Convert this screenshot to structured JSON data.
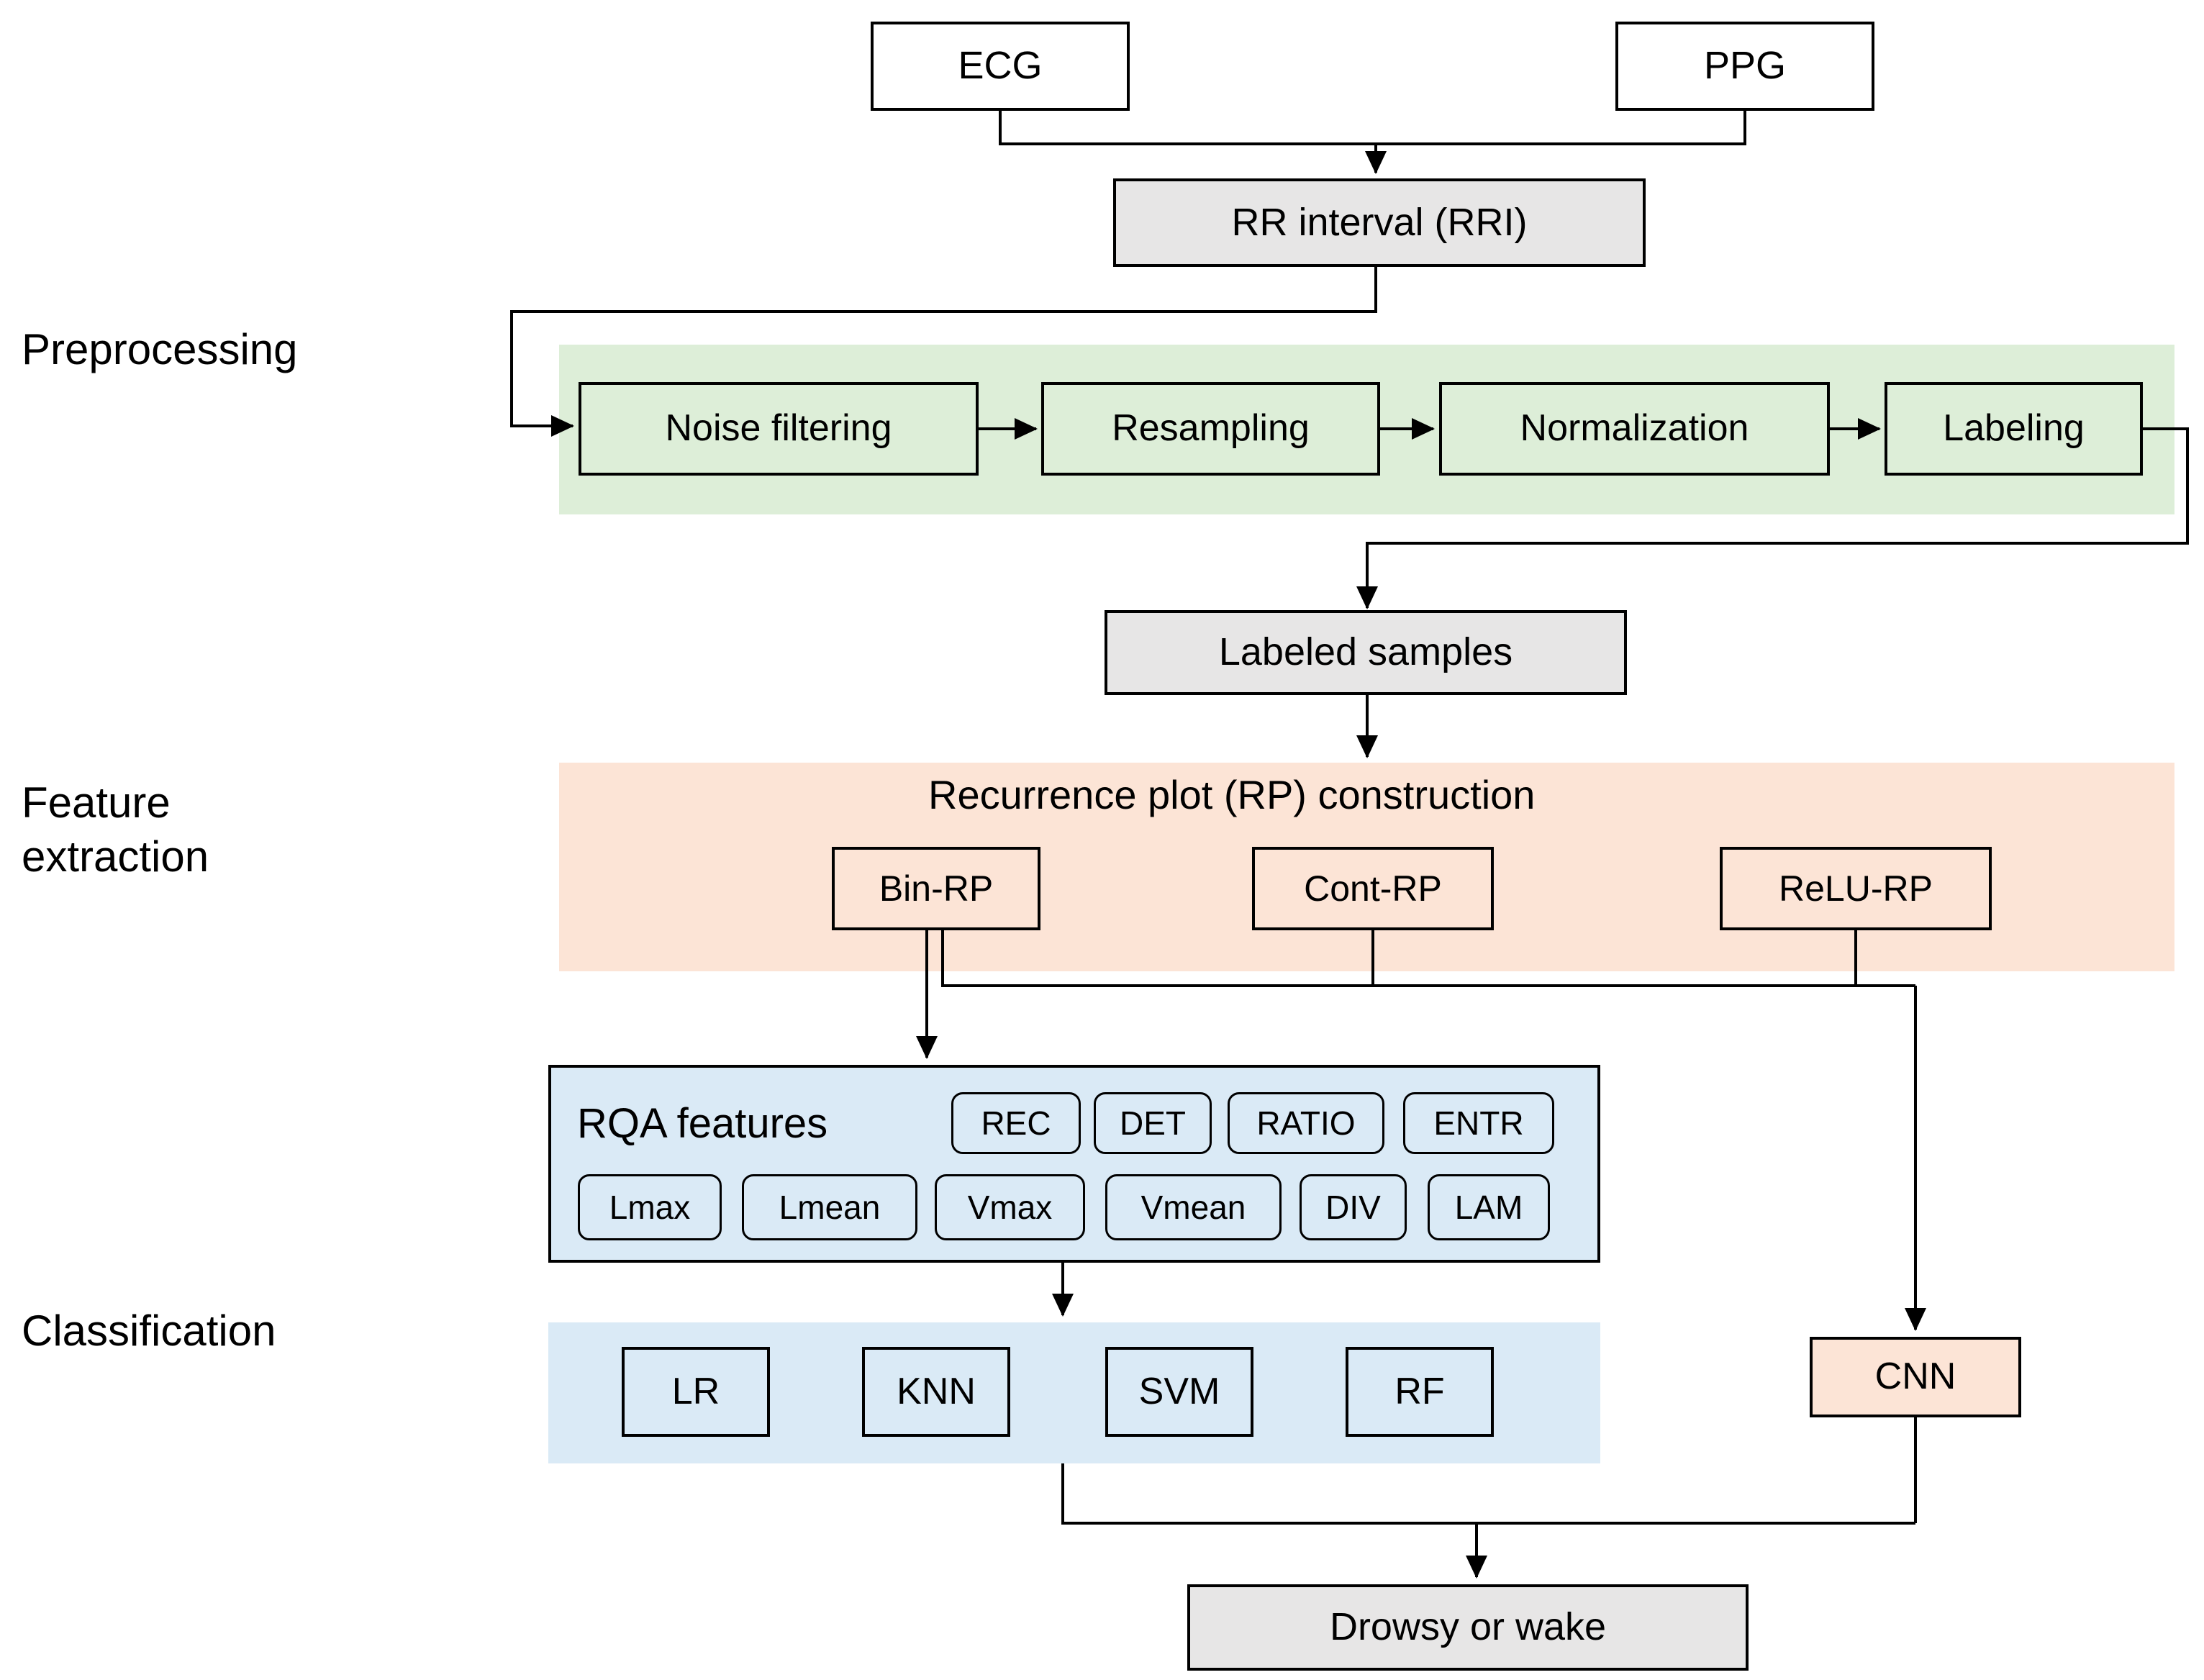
{
  "colors": {
    "preprocessing_band": "#ddeed8",
    "feature_band": "#fce4d6",
    "classification_band": "#daeaf6",
    "neutral_box": "#e7e6e6",
    "line": "#000000"
  },
  "stages": {
    "preprocessing": "Preprocessing",
    "feature_extraction": "Feature\nextraction",
    "classification": "Classification"
  },
  "nodes": {
    "ecg": "ECG",
    "ppg": "PPG",
    "rri": "RR interval (RRI)",
    "labeled_samples": "Labeled samples",
    "output": "Drowsy or wake"
  },
  "preprocessing": {
    "steps": [
      "Noise filtering",
      "Resampling",
      "Normalization",
      "Labeling"
    ]
  },
  "feature_extraction": {
    "title": "Recurrence plot (RP) construction",
    "rp_types": [
      "Bin-RP",
      "Cont-RP",
      "ReLU-RP"
    ],
    "rqa": {
      "label": "RQA features",
      "row1": [
        "REC",
        "DET",
        "RATIO",
        "ENTR"
      ],
      "row2": [
        "Lmax",
        "Lmean",
        "Vmax",
        "Vmean",
        "DIV",
        "LAM"
      ]
    }
  },
  "classification": {
    "models": [
      "LR",
      "KNN",
      "SVM",
      "RF"
    ],
    "cnn": "CNN"
  }
}
